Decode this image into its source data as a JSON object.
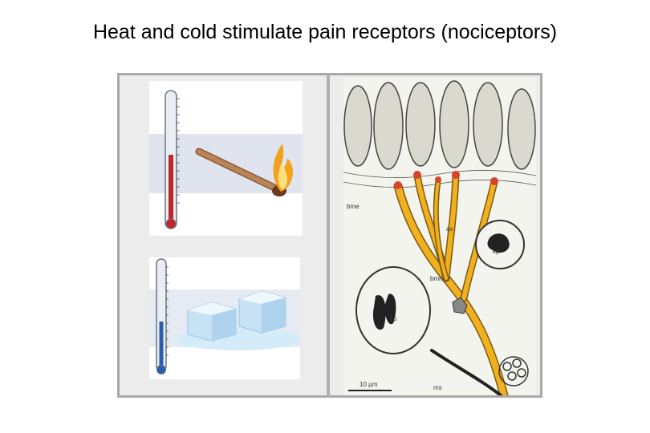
{
  "title": "Heat and cold stimulate pain receptors (nociceptors)",
  "colors": {
    "frame": "#a9a9a9",
    "frame_fill": "#ececec",
    "band": "#dfe4ef",
    "hot_mercury": "#c0262c",
    "cold_mercury": "#2a5db0",
    "match_stick": "#b07a50",
    "flame": "#f2a319",
    "ice": "#c8e2f5",
    "nerve": "#f2b01e",
    "nerve_tip": "#d8432b"
  },
  "illustrations": {
    "hot": [
      "thermometer-icon",
      "match-icon",
      "flame-icon"
    ],
    "cold": [
      "thermometer-icon",
      "ice-cube-icon"
    ],
    "micrograph": [
      "epithelial-cell",
      "nerve-fiber",
      "nociceptor-ending"
    ]
  },
  "micrograph_labels": {
    "kp1": "kp",
    "kp2": "kp",
    "bmn": "bmn",
    "ms": "ms",
    "scale": "10 µm",
    "bme": "bme",
    "ax": "ax"
  }
}
